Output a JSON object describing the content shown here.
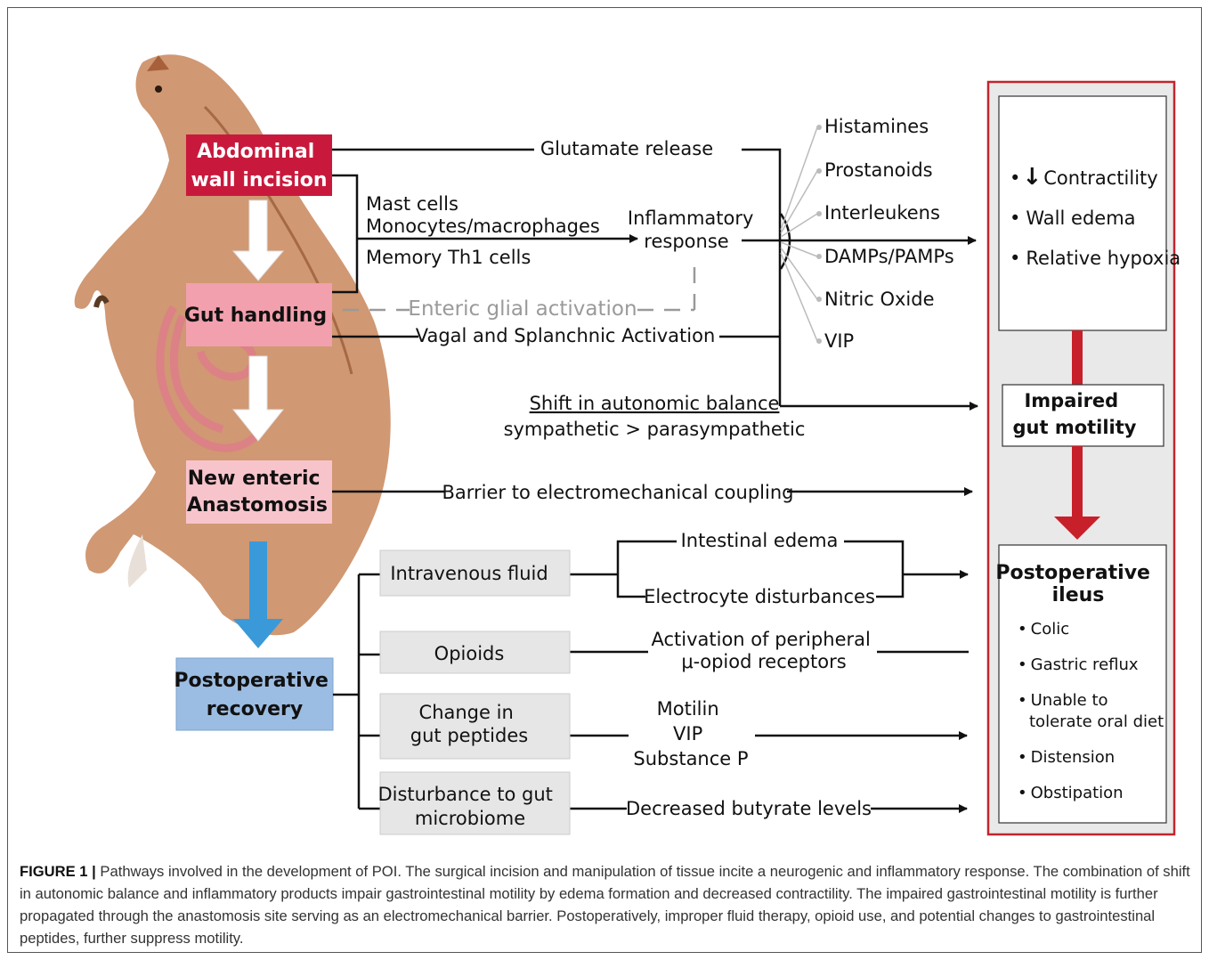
{
  "colors": {
    "incision": "#c8193c",
    "gut_handling": "#f2a0ad",
    "anastomosis": "#f8c4cc",
    "recovery": "#9cbde3",
    "gray_box": "#e6e6e6",
    "outcome_panel_border": "#c0262c",
    "red_arrow": "#c8202a",
    "blue_arrow": "#3a9ad9",
    "glial_text": "#9a9a9a"
  },
  "nodes": {
    "incision": [
      "Abdominal",
      "wall incision"
    ],
    "gut_handling": "Gut handling",
    "anastomosis": [
      "New enteric",
      "Anastomosis"
    ],
    "recovery": [
      "Postoperative",
      "recovery"
    ],
    "iv_fluid": "Intravenous fluid",
    "opioids": "Opioids",
    "gut_peptides": [
      "Change in",
      "gut peptides"
    ],
    "microbiome": [
      "Disturbance to gut",
      "microbiome"
    ]
  },
  "labels": {
    "glutamate": "Glutamate release",
    "cells": [
      "Mast cells",
      "Monocytes/macrophages",
      "Memory Th1 cells"
    ],
    "inflammatory": [
      "Inflammatory",
      "response"
    ],
    "glial": "Enteric glial activation",
    "vagal": "Vagal and Splanchnic Activation",
    "shift_title": "Shift in autonomic balance",
    "shift_sub": "sympathetic > parasympathetic",
    "barrier": "Barrier to electromechanical coupling",
    "edema": "Intestinal edema",
    "electrocyte": "Electrocyte disturbances",
    "opioid_receptors": [
      "Activation of peripheral",
      "μ-opiod receptors"
    ],
    "peptides": [
      "Motilin",
      "VIP",
      "Substance P"
    ],
    "butyrate": "Decreased butyrate levels"
  },
  "mediators": [
    "Histamines",
    "Prostanoids",
    "Interleukens",
    "DAMPs/PAMPs",
    "Nitric Oxide",
    "VIP"
  ],
  "effects": [
    "Contractility",
    "Wall edema",
    "Relative hypoxia"
  ],
  "effects_bullet": "•",
  "down_arrow_glyph": "↓",
  "impaired": [
    "Impaired",
    "gut motility"
  ],
  "ileus": {
    "title": [
      "Postoperative",
      "ileus"
    ],
    "signs": [
      "Colic",
      "Gastric reflux",
      "Unable to",
      "tolerate oral diet",
      "Distension",
      "Obstipation"
    ]
  },
  "caption": {
    "label": "FIGURE 1 |",
    "text": "Pathways involved in the development of POI. The surgical incision and manipulation of tissue incite a neurogenic and inflammatory response. The combination of shift in autonomic balance and inflammatory products impair gastrointestinal motility by edema formation and decreased contractility. The impaired gastrointestinal motility is further propagated through the anastomosis site serving as an electromechanical barrier. Postoperatively, improper fluid therapy, opioid use, and potential changes to gastrointestinal peptides, further suppress motility."
  }
}
